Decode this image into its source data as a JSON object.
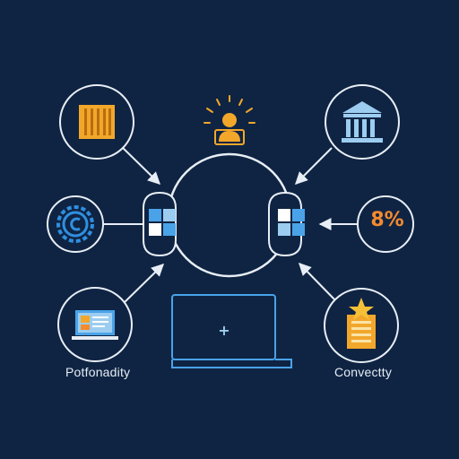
{
  "colors": {
    "background": "#0f2443",
    "line": "#e8eef5",
    "gold": "#f2a72b",
    "blue": "#4aa3e8",
    "light_blue": "#9ccdf0",
    "orange": "#f58a2e"
  },
  "nodes": {
    "top_left": {
      "icon": "server-rack-icon"
    },
    "top_center": {
      "icon": "user-idea-icon"
    },
    "top_right": {
      "icon": "bank-building-icon"
    },
    "mid_left": {
      "icon": "copyright-gear-icon"
    },
    "mid_right": {
      "icon": "percentage-icon",
      "value_text": "8%"
    },
    "bottom_left": {
      "icon": "laptop-dashboard-icon",
      "label": "Potfonadity"
    },
    "bottom_right": {
      "icon": "award-document-icon",
      "label": "Convectty"
    }
  },
  "hub": {
    "left_tile_icon": "windows-tiles-icon",
    "right_tile_icon": "windows-tiles-icon"
  },
  "laptop": {
    "icon": "laptop-outline-icon",
    "cursor_symbol": "+"
  }
}
